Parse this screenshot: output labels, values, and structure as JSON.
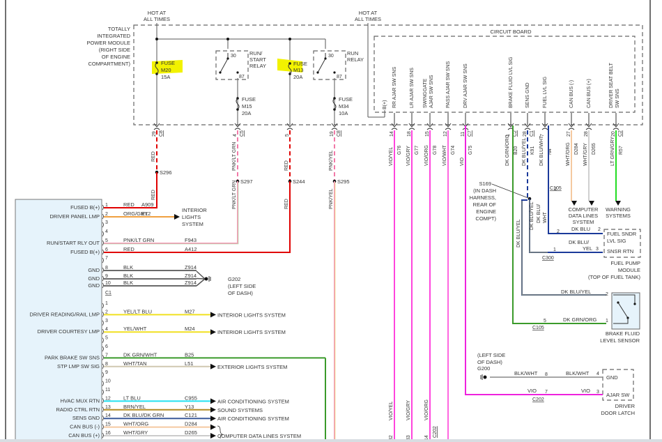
{
  "tipm": {
    "hot_label_left": [
      "HOT AT",
      "ALL TIMES"
    ],
    "hot_label_right": [
      "HOT AT",
      "ALL TIMES"
    ],
    "name_lines": [
      "TOTALLY",
      "INTEGRATED",
      "POWER MODULE",
      "(RIGHT SIDE",
      "OF ENGINE",
      "COMPARTMENT)"
    ],
    "fuses": [
      {
        "lines": [
          "FUSE",
          "M20",
          "15A"
        ],
        "highlighted": true
      },
      {
        "lines": [
          "FUSE",
          "M15",
          "20A"
        ],
        "highlighted": false
      },
      {
        "lines": [
          "FUSE",
          "M13",
          "20A"
        ],
        "highlighted": true
      },
      {
        "lines": [
          "FUSE",
          "M34",
          "10A"
        ],
        "highlighted": false
      }
    ],
    "relays": [
      {
        "name_lines": [
          "RUN/",
          "START",
          "RELAY"
        ],
        "pin_in": "30",
        "pin_out": "87"
      },
      {
        "name_lines": [
          "RUN",
          "RELAY"
        ],
        "pin_in": "30",
        "pin_out": "87"
      }
    ],
    "circuit_board": {
      "title": "CIRCUIT BOARD",
      "bplus": "B(+)",
      "signals": [
        [
          "RR AJAR SW SNS"
        ],
        [
          "LR AJAR SW SNS"
        ],
        [
          "SWINGGATE",
          "AJAR SW SNS"
        ],
        [
          "PASS AJAR SW SNS"
        ],
        [
          "DRV AJAR SW SNS"
        ],
        [
          "BRAKE FLUID LVL SIG"
        ],
        [
          "SENS GND"
        ],
        [
          "FUEL LVL SIG"
        ],
        [
          "CAN BUS (-)"
        ],
        [
          "CAN BUS (+)"
        ],
        [
          "DRIVER SEAT BELT",
          "SW SNS"
        ]
      ]
    }
  },
  "left_outputs": [
    {
      "pin": "29",
      "conn": "C8",
      "color_upper": "RED",
      "splice": "S296",
      "color_lower": "RED",
      "wire": "#e00000"
    },
    {
      "pin": "4",
      "conn": "C5",
      "color_upper": "PNK/LT GRN",
      "splice": "S297",
      "color_lower": "PNK/LT GRN",
      "wire": "#f27aa8"
    },
    {
      "pin": "5",
      "conn": "",
      "color_upper": "RED",
      "splice": "S244",
      "color_lower": "RED",
      "wire": "#e00000"
    },
    {
      "pin": "19",
      "conn": "C8",
      "color_upper": "PNK/YEL",
      "splice": "S295",
      "color_lower": "PNK/YEL",
      "wire": "#f27aa8"
    }
  ],
  "board_outputs": [
    {
      "pin": "14",
      "conn": "",
      "color": "VIO/YEL",
      "circuit": "G76",
      "wire": "#ff44dd"
    },
    {
      "pin": "18",
      "conn": "",
      "color": "VIO/GRY",
      "circuit": "G77",
      "wire": "#ff44dd"
    },
    {
      "pin": "15",
      "conn": "",
      "color": "VIO/ORG",
      "circuit": "G78",
      "wire": "#ff44dd"
    },
    {
      "pin": "12",
      "conn": "",
      "color": "VIO/WHT",
      "circuit": "G74",
      "wire": "#ff66e0"
    },
    {
      "pin": "11",
      "conn": "C7",
      "color": "VIO",
      "circuit": "G75",
      "wire": "#ee22dd"
    },
    {
      "pin": "1",
      "conn": "C2",
      "color": "DK GRN/ORG",
      "circuit": "B20",
      "wire": "#3a9a2a"
    },
    {
      "pin": "28",
      "conn": "C1",
      "color": "DK BLU/YEL",
      "circuit": "K91",
      "wire": "#1b3a9a"
    },
    {
      "pin": "7",
      "conn": "",
      "color": "DK BLU/WHT",
      "circuit": "N4",
      "wire": "#1b3a9a"
    },
    {
      "pin": "27",
      "conn": "",
      "color": "WHT/ORG",
      "circuit": "D284",
      "wire": "#f5c9a0"
    },
    {
      "pin": "28",
      "conn": "",
      "color": "WHT/GRY",
      "circuit": "D265",
      "wire": "#d0d0d0"
    },
    {
      "pin": "20",
      "conn": "C2",
      "color": "LT GRN/GRY",
      "circuit": "R57",
      "wire": "#22dd22"
    }
  ],
  "splice_s169": {
    "name": "S169",
    "location_lines": [
      "(IN DASH",
      "HARNESS,",
      "REAR OF",
      "ENGINE",
      "COMPT)"
    ]
  },
  "destinations": {
    "computer_data": [
      "COMPUTER",
      "DATA LINES",
      "SYSTEM"
    ],
    "warning": [
      "WARNING",
      "SYSTEMS"
    ]
  },
  "fuel_pump_module": {
    "c105_pin": "2",
    "c105": "C105",
    "c300": "C300",
    "c300_pins": [
      "2",
      "1"
    ],
    "wire_colors": [
      "DK BLU",
      "DK BLU/",
      "YEL"
    ],
    "module_pins": [
      "2",
      "3"
    ],
    "signals": [
      [
        "FUEL SNDR",
        "LVL SIG"
      ],
      [
        "SNSR RTN"
      ]
    ],
    "name_lines": [
      "FUEL PUMP",
      "MODULE",
      "(TOP OF FUEL TANK)"
    ],
    "vertical_labels": [
      "DK BLU/YEL",
      "DK BLU/YEL",
      "DK BLU/",
      "WHT"
    ]
  },
  "brake_sensor": {
    "wire_top": "DK BLU/YEL",
    "wire_bottom": "DK GRN/ORG",
    "pins": [
      "2",
      "1"
    ],
    "c105_pin": "5",
    "c105": "C105",
    "name_lines": [
      "BRAKE FLUID",
      "LEVEL SENSOR"
    ]
  },
  "door_latch": {
    "ground_lines": [
      "(LEFT SIDE",
      "OF DASH)",
      "G200"
    ],
    "c202": "C202",
    "rows": [
      {
        "left_color": "BLK/WHT",
        "c202_pin": "8",
        "right_color": "BLK/WHT",
        "pin": "4",
        "signal": "GND"
      },
      {
        "left_color": "VIO",
        "c202_pin": "7",
        "right_color": "VIO",
        "pin": "3",
        "signal": "AJAR SW"
      }
    ],
    "name_lines": [
      "DRIVER",
      "DOOR LATCH"
    ]
  },
  "bottom_connectors": [
    {
      "color": "VIO/YEL",
      "pin": "32"
    },
    {
      "color": "VIO/GRY",
      "pin": "33"
    },
    {
      "color": "VIO/ORG",
      "pin": "14",
      "conn": "C202"
    }
  ],
  "bcm": {
    "c1": {
      "label": "C1",
      "pins": [
        {
          "pin": "1",
          "name": "FUSED B(+)",
          "color": "RED",
          "circuit": "A909",
          "wire": "#e00000"
        },
        {
          "pin": "2",
          "name": "DRIVER PANEL LMP",
          "color": "ORG/GRY",
          "circuit": "E12",
          "wire": "#f0a040",
          "dest": [
            "INTERIOR",
            "LIGHTS",
            "SYSTEM"
          ]
        },
        {
          "pin": "3",
          "name": ""
        },
        {
          "pin": "4",
          "name": ""
        },
        {
          "pin": "5",
          "name": "RUN/START RLY OUT",
          "color": "PNK/LT GRN",
          "circuit": "F943",
          "wire": "#f2a0b8"
        },
        {
          "pin": "6",
          "name": "FUSED B(+)",
          "color": "RED",
          "circuit": "A412",
          "wire": "#e00000"
        },
        {
          "pin": "7",
          "name": ""
        },
        {
          "pin": "8",
          "name": "GND",
          "color": "BLK",
          "circuit": "Z914",
          "wire": "#555555"
        },
        {
          "pin": "9",
          "name": "GND",
          "color": "BLK",
          "circuit": "Z914",
          "wire": "#555555"
        },
        {
          "pin": "10",
          "name": "GND",
          "color": "BLK",
          "circuit": "Z914",
          "wire": "#555555"
        }
      ],
      "ground": [
        "G202",
        "(LEFT SIDE",
        "OF DASH)"
      ]
    },
    "c2": {
      "pins": [
        {
          "pin": "1",
          "name": ""
        },
        {
          "pin": "2",
          "name": "DRIVER READING/RAIL LMP",
          "color": "YEL/LT BLU",
          "circuit": "M27",
          "wire": "#f0e020",
          "dest": "INTERIOR LIGHTS SYSTEM"
        },
        {
          "pin": "3",
          "name": ""
        },
        {
          "pin": "4",
          "name": "DRIVER COURTESY LMP",
          "color": "YEL/WHT",
          "circuit": "M24",
          "wire": "#f0e020",
          "dest": "INTERIOR LIGHTS SYSTEM"
        },
        {
          "pin": "5",
          "name": ""
        },
        {
          "pin": "6",
          "name": ""
        },
        {
          "pin": "7",
          "name": "PARK BRAKE SW SNS",
          "color": "DK GRN/WHT",
          "circuit": "B25",
          "wire": "#3a9a2a"
        },
        {
          "pin": "8",
          "name": "STP LMP SW SIG",
          "color": "WHT/TAN",
          "circuit": "L51",
          "wire": "#d0c8b0",
          "dest": "EXTERIOR LIGHTS SYSTEM"
        },
        {
          "pin": "9",
          "name": ""
        },
        {
          "pin": "10",
          "name": ""
        },
        {
          "pin": "11",
          "name": ""
        },
        {
          "pin": "12",
          "name": "HVAC MUX RTN",
          "color": "LT BLU",
          "circuit": "C955",
          "wire": "#22e0f0",
          "dest": "AIR CONDITIONING SYSTEM"
        },
        {
          "pin": "13",
          "name": "RADIO CTRL RTN",
          "color": "BRN/YEL",
          "circuit": "Y13",
          "wire": "#b08a20",
          "dest": "SOUND SYSTEMS"
        },
        {
          "pin": "14",
          "name": "SENS GND",
          "color": "DK BLU/DK GRN",
          "circuit": "C121",
          "wire": "#3a5a9a",
          "dest": "AIR CONDITIONING SYSTEM"
        },
        {
          "pin": "15",
          "name": "CAN BUS (-)",
          "color": "WHT/ORG",
          "circuit": "D284",
          "wire": "#f5c9a0"
        },
        {
          "pin": "16",
          "name": "CAN BUS (+)",
          "color": "WHT/GRY",
          "circuit": "D265",
          "wire": "#cccccc",
          "dest": "COMPUTER DATA LINES SYSTEM"
        }
      ]
    }
  }
}
